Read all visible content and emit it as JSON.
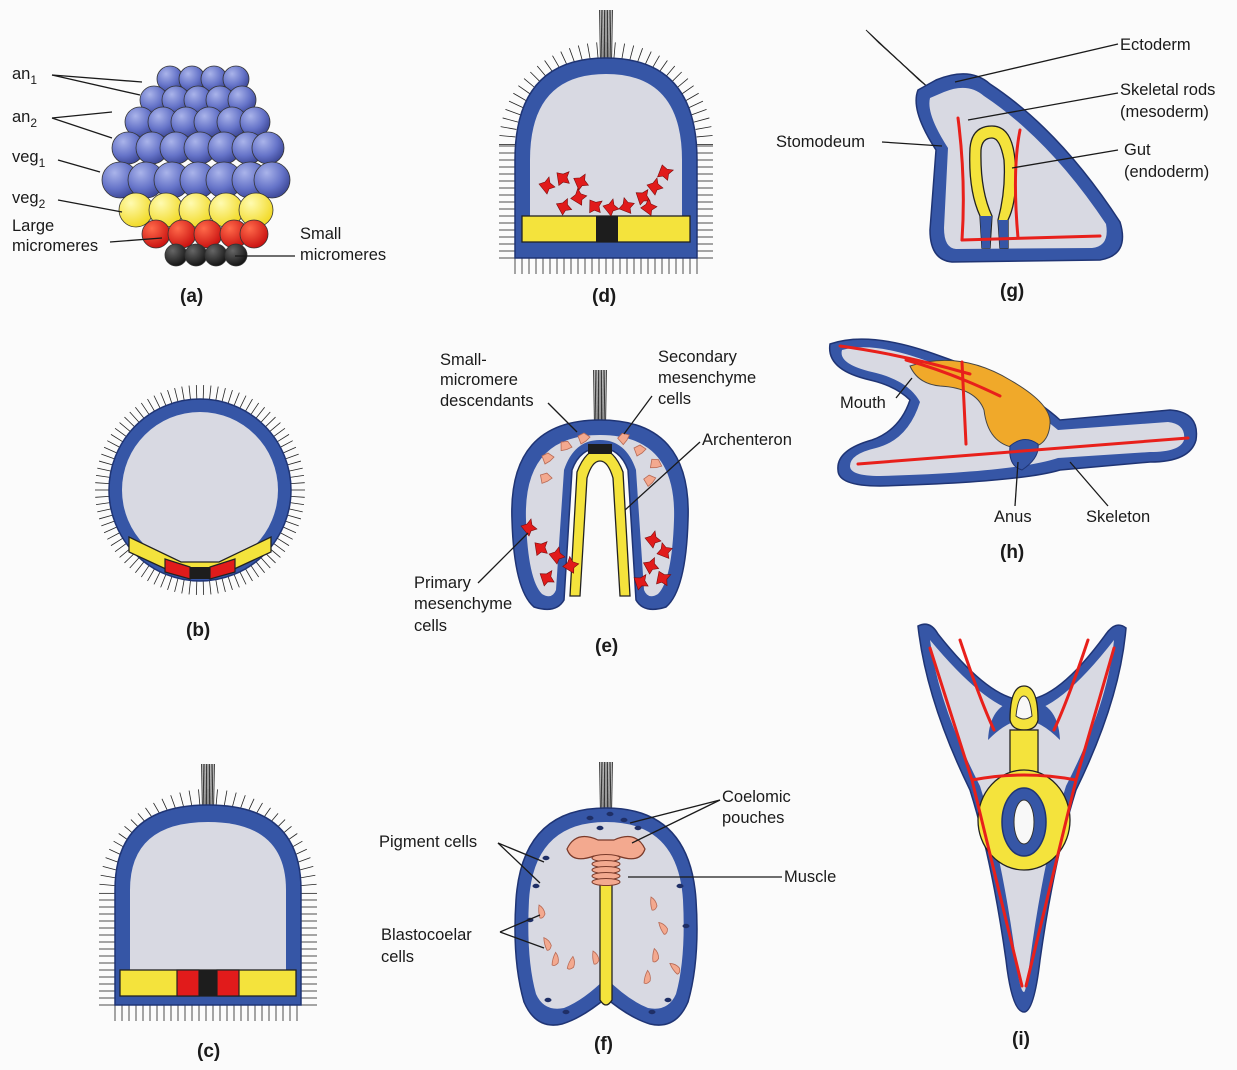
{
  "panels": {
    "a": {
      "label": "(a)",
      "an1": "an",
      "an1_sub": "1",
      "an2": "an",
      "an2_sub": "2",
      "veg1": "veg",
      "veg1_sub": "1",
      "veg2": "veg",
      "veg2_sub": "2",
      "large_micromeres_1": "Large",
      "large_micromeres_2": "micromeres",
      "small_micromeres_1": "Small",
      "small_micromeres_2": "micromeres"
    },
    "b": {
      "label": "(b)"
    },
    "c": {
      "label": "(c)"
    },
    "d": {
      "label": "(d)"
    },
    "e": {
      "label": "(e)",
      "small_micromere_1": "Small-",
      "small_micromere_2": "micromere",
      "small_micromere_3": "descendants",
      "secondary_1": "Secondary",
      "secondary_2": "mesenchyme",
      "secondary_3": "cells",
      "archenteron": "Archenteron",
      "primary_1": "Primary",
      "primary_2": "mesenchyme",
      "primary_3": "cells"
    },
    "f": {
      "label": "(f)",
      "pigment": "Pigment cells",
      "coelomic_1": "Coelomic",
      "coelomic_2": "pouches",
      "muscle": "Muscle",
      "blastocoelar_1": "Blastocoelar",
      "blastocoelar_2": "cells"
    },
    "g": {
      "label": "(g)",
      "ectoderm": "Ectoderm",
      "skeletal_1": "Skeletal rods",
      "skeletal_2": "(mesoderm)",
      "stomodeum": "Stomodeum",
      "gut_1": "Gut",
      "gut_2": "(endoderm)"
    },
    "h": {
      "label": "(h)",
      "mouth": "Mouth",
      "anus": "Anus",
      "skeleton": "Skeleton"
    },
    "i": {
      "label": "(i)"
    }
  },
  "colors": {
    "ectoderm_blue": "#3656a6",
    "blastocoel_grey": "#d8d9e2",
    "vegetal_yellow": "#f4e33c",
    "micromere_red": "#e11b1b",
    "small_micromere_black": "#1d1d1d",
    "gut_orange": "#f0a92a",
    "pink_cells": "#f3a98f"
  }
}
